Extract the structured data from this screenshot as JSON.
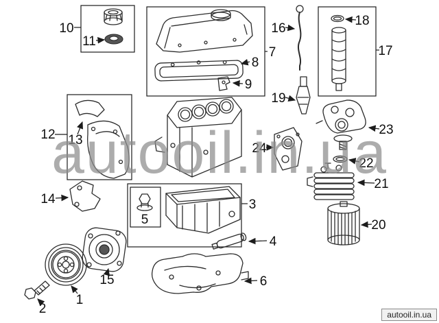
{
  "watermark": {
    "text": "autooil.in.ua"
  },
  "footer": {
    "text": "autooil.in.ua"
  },
  "labels": {
    "p1": "1",
    "p2": "2",
    "p3": "3",
    "p4": "4",
    "p5": "5",
    "p6": "6",
    "p7": "7",
    "p8": "8",
    "p9": "9",
    "p10": "10",
    "p11": "11",
    "p12": "12",
    "p13": "13",
    "p14": "14",
    "p15": "15",
    "p16": "16",
    "p17": "17",
    "p18": "18",
    "p19": "19",
    "p20": "20",
    "p21": "21",
    "p22": "22",
    "p23": "23",
    "p24": "24"
  }
}
